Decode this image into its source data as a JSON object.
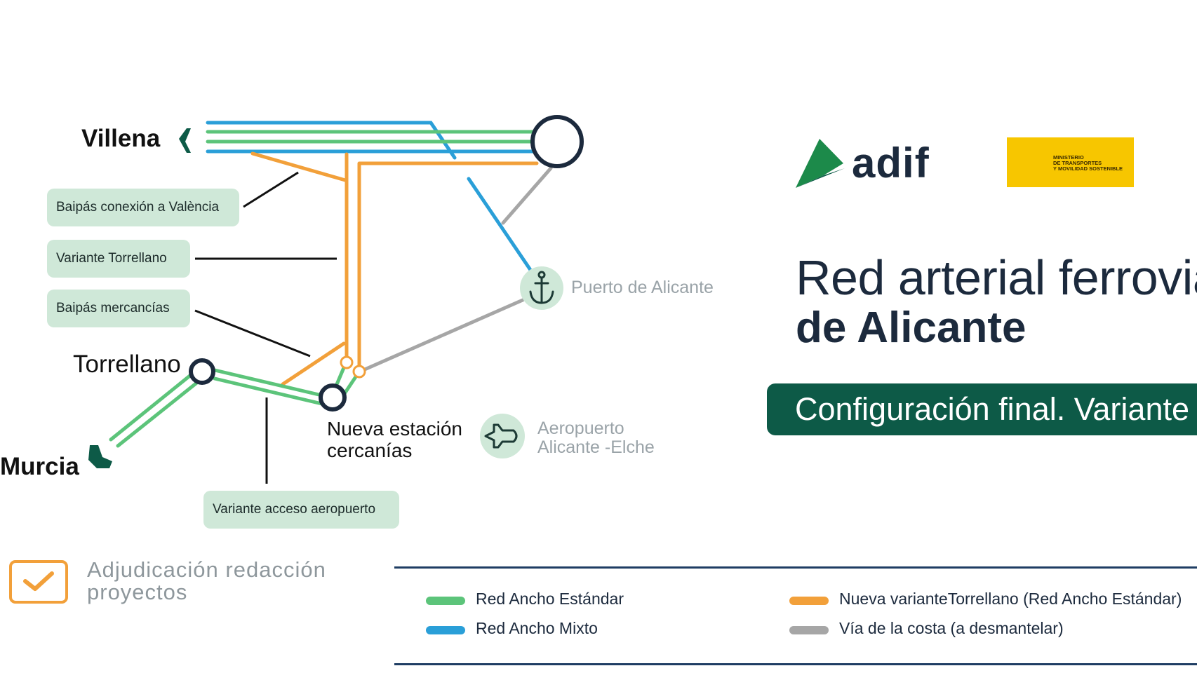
{
  "places": {
    "villena": "Villena",
    "torrellano": "Torrellano",
    "murcia": "Murcia",
    "nueva_estacion_line1": "Nueva estación",
    "nueva_estacion_line2": "cercanías",
    "puerto": "Puerto de Alicante",
    "aeropuerto_line1": "Aeropuerto",
    "aeropuerto_line2": "Alicante -Elche"
  },
  "callouts": {
    "baipas_valencia": "Baipás conexión a València",
    "variante_torrellano": "Variante Torrellano",
    "baipas_mercancias": "Baipás mercancías",
    "variante_aeropuerto": "Variante acceso aeropuerto"
  },
  "status": {
    "line1": "Adjudicación redacción",
    "line2": "proyectos",
    "icon": "checkbox-check-icon"
  },
  "header": {
    "brand": "adif",
    "ministry_line1": "MINISTERIO",
    "ministry_line2": "DE TRANSPORTES",
    "ministry_line3": "Y MOVILIDAD SOSTENIBLE",
    "title_line1": "Red arterial ferrovia",
    "title_line2": "de Alicante",
    "banner": "Configuración final. Variante"
  },
  "legend": [
    {
      "label": "Red Ancho Estándar",
      "color": "#5cc47a"
    },
    {
      "label": "Red Ancho Mixto",
      "color": "#2a9fd8"
    },
    {
      "label": "Nueva varianteTorrellano (Red Ancho Estándar)",
      "color": "#f2a03a"
    },
    {
      "label": "Vía de la costa (a desmantelar)",
      "color": "#a6a6a6"
    }
  ],
  "colors": {
    "standard": "#5cc47a",
    "mixed": "#2a9fd8",
    "variant": "#f2a03a",
    "coast": "#a6a6a6",
    "station": "#1c2a3d",
    "callout_bg": "#cfe8d8",
    "brand_green": "#0d5a47",
    "adif_green": "#1c8a4a",
    "status_orange": "#f2a03a"
  }
}
